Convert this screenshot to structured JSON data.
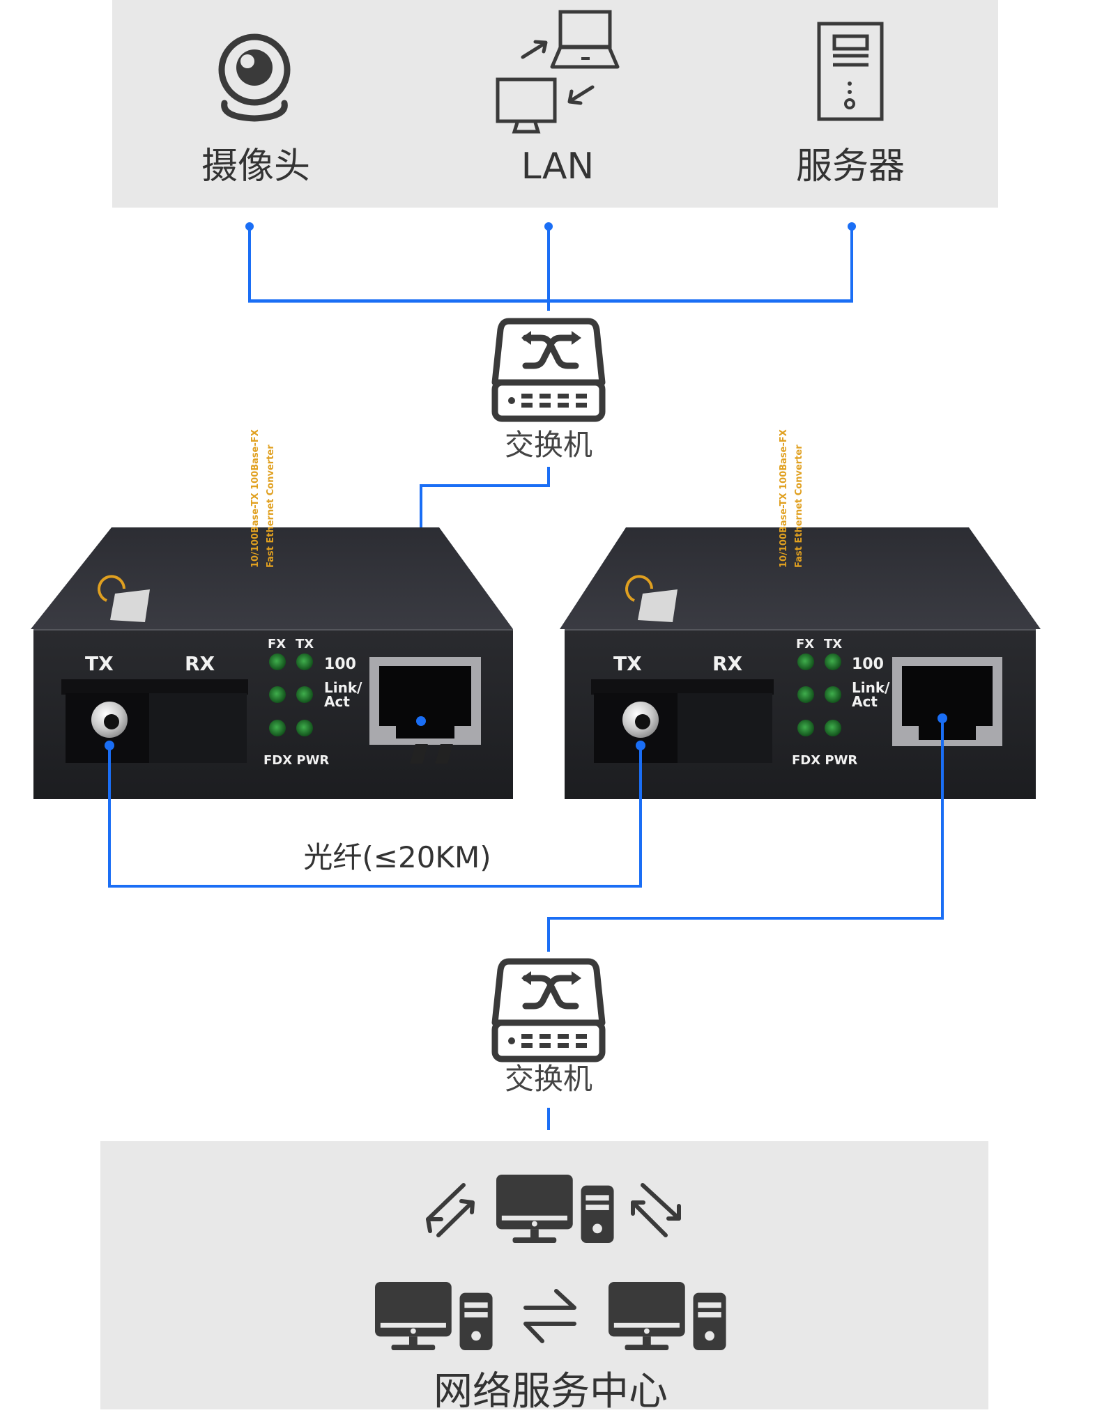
{
  "colors": {
    "connector_blue": "#1a6ef5",
    "panel_gray": "#e8e8e8",
    "icon_dark": "#3a3a3a",
    "device_body": "#26272b",
    "led_green": "#1f7a2a",
    "label_orange": "#e0a020"
  },
  "top_panel": {
    "items": [
      {
        "icon": "webcam-icon",
        "label": "摄像头"
      },
      {
        "icon": "lan-devices-icon",
        "label": "LAN"
      },
      {
        "icon": "server-icon",
        "label": "服务器"
      }
    ]
  },
  "upper_switch": {
    "icon": "network-switch-icon",
    "label": "交换机"
  },
  "converters": [
    {
      "name": "media-converter-left",
      "port_labels": {
        "tx": "TX",
        "rx": "RX"
      },
      "led_headers": [
        "FX",
        "TX"
      ],
      "led_rows": [
        "100",
        "Link/",
        "Act"
      ],
      "led_footer": "FDX PWR",
      "top_print": [
        "10/100Base-TX 100Base-FX",
        "Fast Ethernet Converter"
      ]
    },
    {
      "name": "media-converter-right",
      "port_labels": {
        "tx": "TX",
        "rx": "RX"
      },
      "led_headers": [
        "FX",
        "TX"
      ],
      "led_rows": [
        "100",
        "Link/",
        "Act"
      ],
      "led_footer": "FDX PWR",
      "top_print": [
        "10/100Base-TX 100Base-FX",
        "Fast Ethernet Converter"
      ]
    }
  ],
  "fiber_link": {
    "label": "光纤(≤20KM)"
  },
  "lower_switch": {
    "icon": "network-switch-icon",
    "label": "交换机"
  },
  "bottom_panel": {
    "icon": "networked-computers-icon",
    "label": "网络服务中心"
  }
}
